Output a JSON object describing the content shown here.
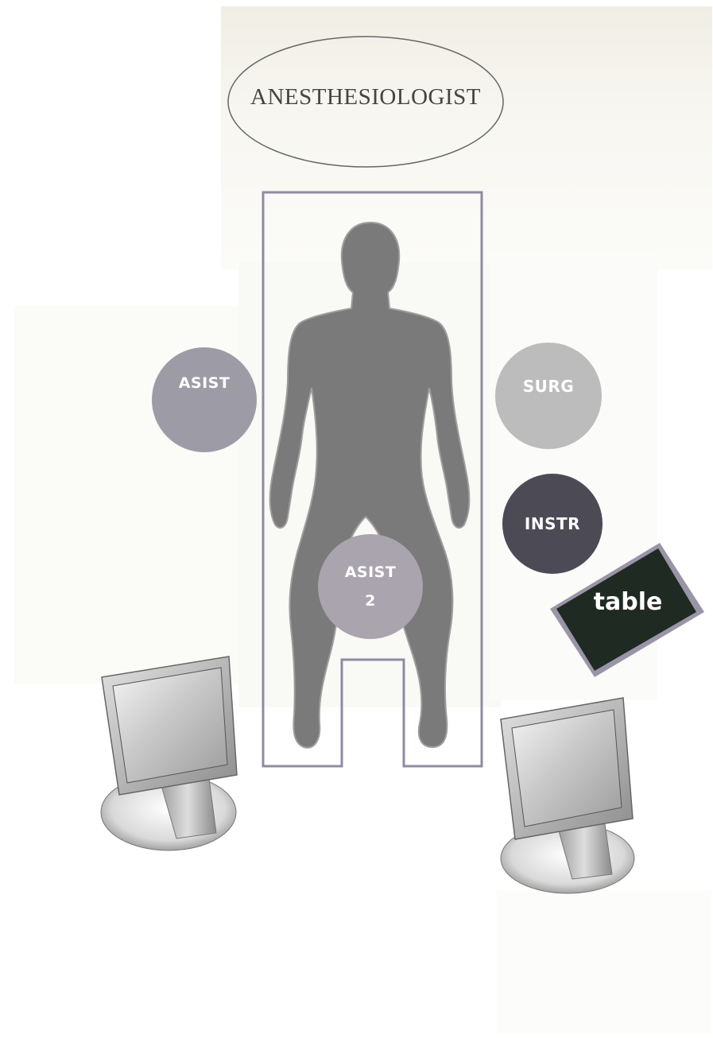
{
  "title": "ANESTHESIOLOGIST",
  "roles": {
    "asist": "ASIST",
    "surg": "SURG",
    "instr": "INSTR",
    "asist2_line1": "ASIST",
    "asist2_line2": "2"
  },
  "table_label": "table",
  "colors": {
    "patient_silhouette": "#7a7a7a",
    "bed_outline": "#8f8ba0",
    "asist_circle": "#9d9ba6",
    "surg_circle": "#bcbcbc",
    "instr_circle": "#4c4b55",
    "asist2_circle": "#aaa4ae",
    "table_fill": "#1f2a22",
    "table_border": "#9a94a8",
    "background_tint": "#f3f1e9"
  },
  "icons": [
    "monitor-icon-left",
    "monitor-icon-right",
    "patient-silhouette-icon"
  ]
}
